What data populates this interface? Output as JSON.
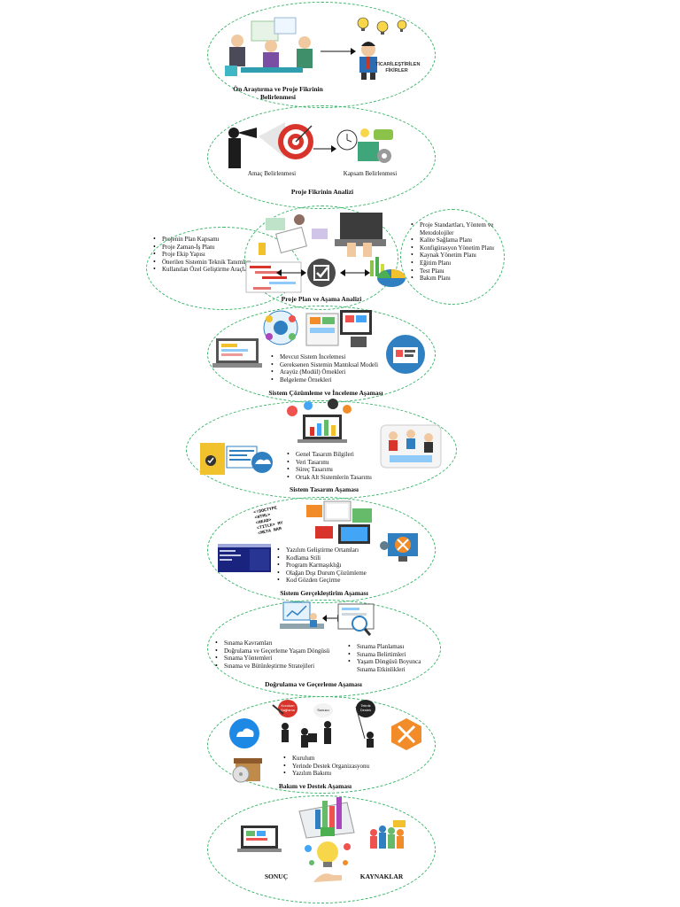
{
  "stages": [
    {
      "title": "Ön Araştırma ve Proje Fikrinin Belirlenmesi",
      "badge": "TİCARİLEŞTİRİLEN FİKİRLER"
    },
    {
      "title": "Proje Fikrinin Analizi",
      "captions": [
        "Amaç Belirlenmesi",
        "Kapsam Belirlenmesi"
      ]
    },
    {
      "title": "Proje Plan ve Aşama Analizi",
      "left_items": [
        "Projenin Plan Kapsamı",
        "Proje Zaman-İş Planı",
        "Proje Ekip Yapısı",
        "Önerilen Sistemin Teknik Tanımları",
        "Kullanılan Özel Geliştirme Araçları ve Ortamları"
      ],
      "right_items": [
        "Proje Standartları, Yöntem ve Metodolojiler",
        "Kalite Sağlama Planı",
        "Konfigürasyon Yönetim Planı",
        "Kaynak Yönetim Planı",
        "Eğitim Planı",
        "Test Planı",
        "Bakım Planı"
      ]
    },
    {
      "title": "Sistem Çözümleme ve İnceleme Aşaması",
      "items": [
        "Mevcut Sistem İncelemesi",
        "Gereksenen Sistemin Mantıksal Modeli",
        "Arayüz (Modül) Örnekleri",
        "Belgeleme Örnekleri"
      ]
    },
    {
      "title": "Sistem Tasarım Aşaması",
      "items": [
        "Genel Tasarım Bilgileri",
        "Veri Tasarımı",
        "Süreç Tasarımı",
        "Ortak Alt Sistemlerin Tasarımı"
      ]
    },
    {
      "title": "Sistem Gerçekleştirim Aşaması",
      "items": [
        "Yazılım Geliştirme Ortamları",
        "Kodlama Stili",
        "Program Karmaşıklığı",
        "Olağan Dışı Durum Çözümleme",
        "Kod Gözden Geçirme"
      ],
      "code_lines": [
        "<!DOCTYPE",
        "<HTML>",
        "<HEAD>",
        "<TITLE> MY",
        "<META NAM"
      ]
    },
    {
      "title": "Doğrulama ve Geçerleme Aşaması",
      "left_items": [
        "Sınama Kavramları",
        "Doğrulama ve Geçerleme Yaşam Döngüsü",
        "Sınama Yöntemleri",
        "Sınama ve Bütünleştirme Stratejileri"
      ],
      "right_items": [
        "Sınama Planlaması",
        "Sınama Belirtimleri",
        "Yaşam Döngüsü Boyunca Sınama Etkinlikleri"
      ]
    },
    {
      "title": "Bakım ve Destek Aşaması",
      "items": [
        "Kurulum",
        "Yerinde Destek Organizasyonu",
        "Yazılım Bakımı"
      ],
      "tags": [
        "Kurulum Sağlama",
        "Sunucu",
        "Teknik Destek"
      ]
    },
    {
      "title": "",
      "labels": [
        "SONUÇ",
        "KAYNAKLAR"
      ]
    }
  ],
  "colors": {
    "border": "#3bb56a",
    "accent_red": "#d9342b",
    "accent_yellow": "#f2c12e",
    "accent_blue": "#2f7fc1",
    "accent_orange": "#f28c28"
  },
  "icons": [
    "meeting-people-icon",
    "idea-person-icon",
    "telescope-person-icon",
    "target-icon",
    "gear-clock-icon",
    "laptop-hands-icon",
    "checkbox-icon",
    "pie-chart-icon",
    "monitor-icon",
    "cloud-icon",
    "code-window-icon",
    "tools-icon",
    "magnifier-icon",
    "workers-icon",
    "gift-box-icon",
    "chart-board-icon",
    "lightbulb-icon",
    "people-group-icon"
  ]
}
